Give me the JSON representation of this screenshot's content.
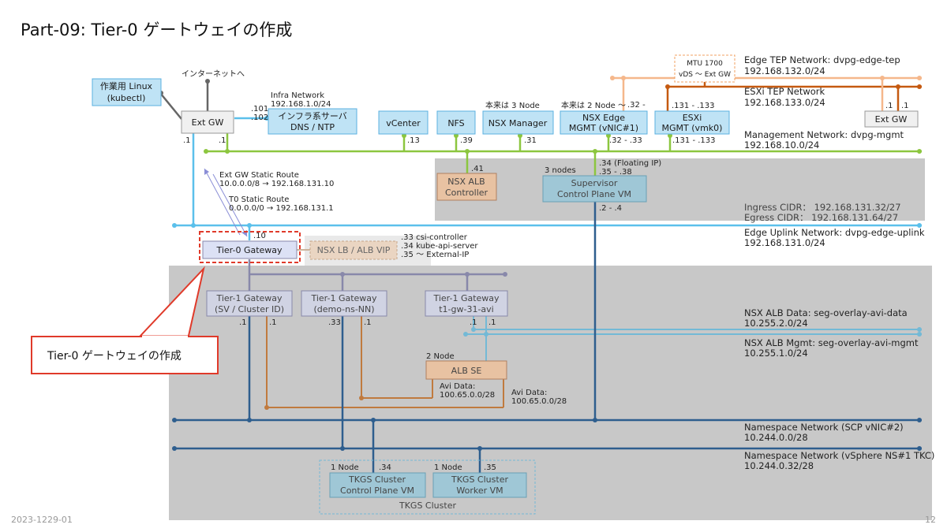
{
  "title": "Part-09: Tier-0 ゲートウェイの作成",
  "footer": {
    "date": "2023-1229-01",
    "page": "12"
  },
  "callout": "Tier-0 ゲートウェイの作成",
  "internet_label": "インターネットへ",
  "mtu_note": {
    "line1": "MTU 1700",
    "line2": "vDS ～ Ext GW"
  },
  "networks": {
    "edge_tep": {
      "name": "Edge TEP Network: dvpg-edge-tep",
      "cidr": "192.168.132.0/24"
    },
    "esxi_tep": {
      "name": "ESXi TEP Network",
      "cidr": "192.168.133.0/24"
    },
    "mgmt": {
      "name": "Management Network: dvpg-mgmt",
      "cidr": "192.168.10.0/24"
    },
    "ingress": "Ingress CIDR： 192.168.131.32/27",
    "egress": "Egress CIDR： 192.168.131.64/27",
    "edge_uplink": {
      "name": "Edge Uplink Network: dvpg-edge-uplink",
      "cidr": "192.168.131.0/24"
    },
    "alb_data": {
      "name": "NSX ALB Data: seg-overlay-avi-data",
      "cidr": "10.255.2.0/24"
    },
    "alb_mgmt": {
      "name": "NSX ALB Mgmt: seg-overlay-avi-mgmt",
      "cidr": "10.255.1.0/24"
    },
    "ns_scp": {
      "name": "Namespace Network (SCP vNIC#2)",
      "cidr": "10.244.0.0/28"
    },
    "ns_tkc": {
      "name": "Namespace Network (vSphere NS#1 TKC)",
      "cidr": "10.244.0.32/28"
    },
    "infra": {
      "name": "Infra Network",
      "cidr": "192.168.1.0/24"
    },
    "avi_data_1": {
      "name": "Avi Data:",
      "cidr": "100.65.0.0/28"
    },
    "avi_data_2": {
      "name": "Avi Data:",
      "cidr": "100.65.0.0/28"
    }
  },
  "routes": {
    "ext_title": "Ext GW Static Route",
    "ext_value": "10.0.0.0/8 → 192.168.131.10",
    "t0_title": "T0 Static Route",
    "t0_value": "0.0.0.0/0 → 192.168.131.1"
  },
  "boxes": {
    "linux": {
      "line1": "作業用 Linux",
      "line2": "(kubectl)"
    },
    "extgw": "Ext GW",
    "extgw2": "Ext GW",
    "infra": {
      "line1": "インフラ系サーバ",
      "line2": "DNS / NTP"
    },
    "vcenter": "vCenter",
    "nfs": "NFS",
    "nsxmgr": "NSX Manager",
    "nsxedge": {
      "line1": "NSX Edge",
      "line2": "MGMT (vNIC#1)"
    },
    "esxi": {
      "line1": "ESXi",
      "line2": "MGMT (vmk0)"
    },
    "albctrl": {
      "line1": "NSX ALB",
      "line2": "Controller"
    },
    "supervisor": {
      "line1": "Supervisor",
      "line2": "Control Plane VM"
    },
    "t0": "Tier-0 Gateway",
    "nsxlb": "NSX LB / ALB VIP",
    "t1a": {
      "line1": "Tier-1 Gateway",
      "line2": "(SV / Cluster ID)"
    },
    "t1b": {
      "line1": "Tier-1 Gateway",
      "line2": "(demo-ns-NN)"
    },
    "t1c": {
      "line1": "Tier-1 Gateway",
      "line2": "t1-gw-31-avi"
    },
    "albse": "ALB SE",
    "tkgscp": {
      "line1": "TKGS Cluster",
      "line2": "Control Plane VM"
    },
    "tkgsw": {
      "line1": "TKGS Cluster",
      "line2": "Worker VM"
    },
    "tkgs_group": "TKGS Cluster"
  },
  "notes": {
    "nsxmgr": "本来は 3 Node",
    "nsxedge": "本来は 2 Node ～",
    "sup_nodes": "3 nodes",
    "sup_float": ".34 (Floating IP)",
    "sup_range": ".35 - .38",
    "albse_nodes": "2 Node",
    "tkgs_cp_nodes": "1 Node",
    "tkgs_w_nodes": "1 Node",
    "vip1": ".33 csi-controller",
    "vip2": ".34 kube-api-server",
    "vip3": ".35 ～ External-IP"
  },
  "ips": {
    "infra_101": ".101",
    "infra_102": ".102",
    "extgw_1a": ".1",
    "extgw_1b": ".1",
    "vcenter": ".13",
    "nfs": ".39",
    "nsxmgr": ".31",
    "edge_tep": ".32 -",
    "edge_mgmt": ".32 - .33",
    "esxi_tep": ".131 - .133",
    "esxi_mgmt": ".131 - .133",
    "extgw2_a": ".1",
    "extgw2_b": ".1",
    "albctrl": ".41",
    "sup_ns": ".2 - .4",
    "t0": ".10",
    "t1a_1": ".1",
    "t1a_2": ".1",
    "t1b_33": ".33",
    "t1b_1": ".1",
    "t1c_1": ".1",
    "t1c_2": ".1",
    "tkgs_cp": ".34",
    "tkgs_w": ".35"
  },
  "colors": {
    "mgmt": "#8cc63f",
    "uplink": "#5bc0eb",
    "edge_tep": "#f5b78b",
    "esxi_tep": "#c55a11",
    "orange_seg": "#c07a3e",
    "blue_seg": "#2e5e8e",
    "alb_cyan": "#73b9d6",
    "grey_t1": "#8888aa",
    "box_blue": "#bfe3f5",
    "box_blue_border": "#5bb0e0",
    "panel_grey": "#c8c8c8",
    "callout_red": "#e03a2a"
  }
}
